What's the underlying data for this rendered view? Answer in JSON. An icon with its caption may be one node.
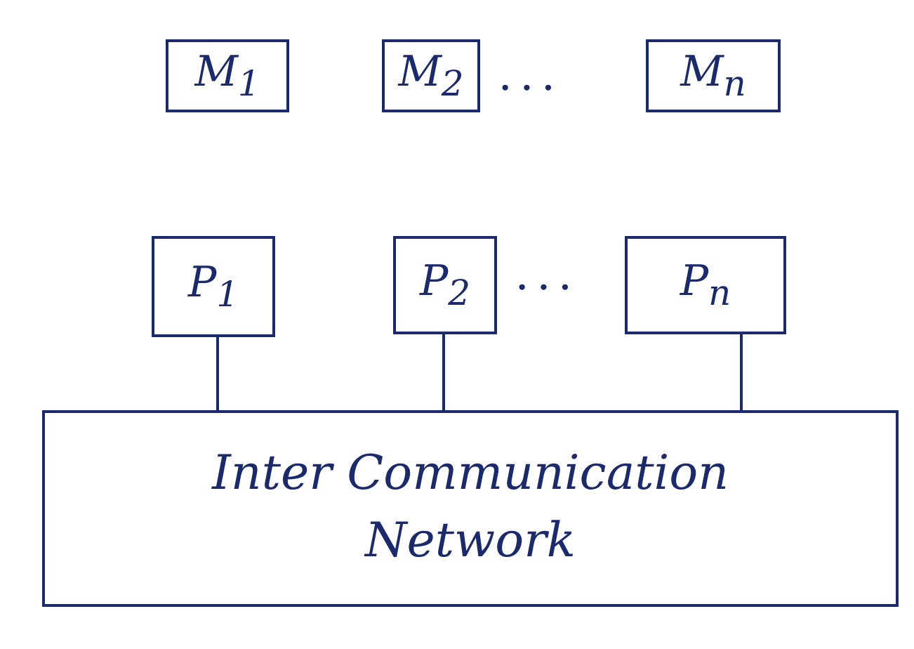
{
  "diagram": {
    "nodes": [
      {
        "text": [
          "M$_{1}$"
        ]
      },
      {
        "text": [
          "M$_{2}$"
        ]
      },
      {
        "text": [
          "M$_{n}$"
        ]
      },
      {
        "text": [
          "P$_{1}$"
        ]
      },
      {
        "text": [
          "P$_{2}$"
        ]
      },
      {
        "text": [
          "P$_{n}$"
        ]
      },
      {
        "text": [
          "Inter Communication Network"
        ]
      }
    ],
    "edges": [
      {
        "from": 3,
        "to": 6,
        "arrow": "none"
      },
      {
        "from": 4,
        "to": 6,
        "arrow": "none"
      },
      {
        "from": 5,
        "to": 6,
        "arrow": "none"
      }
    ],
    "labels": [
      "· · ·",
      "· · ·"
    ]
  }
}
